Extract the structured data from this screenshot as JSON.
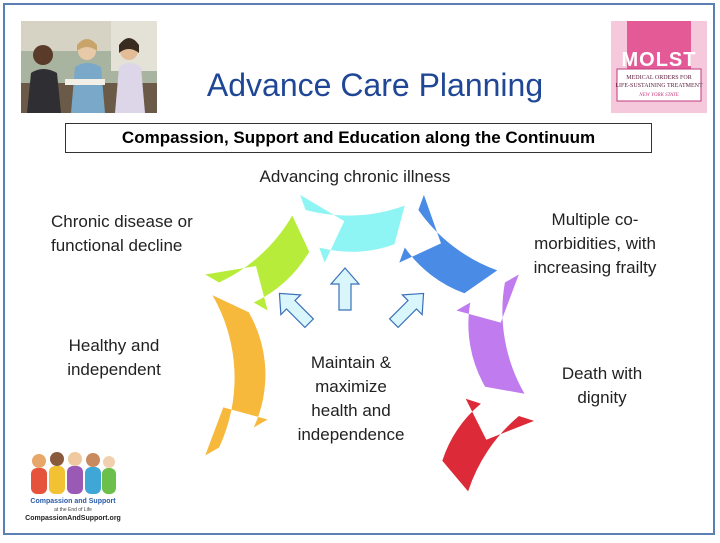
{
  "header": {
    "title": "Advance Care Planning",
    "subtitle": "Compassion, Support and Education along the Continuum"
  },
  "logo": {
    "name": "MOLST",
    "line1": "MEDICAL ORDERS FOR",
    "line2": "LIFE-SUSTAINING TREATMENT",
    "line3": "NEW YORK STATE"
  },
  "diagram": {
    "top_label": "Advancing chronic illness",
    "stage_chronic": [
      "Chronic disease or",
      "functional decline"
    ],
    "stage_multiple": [
      "Multiple co-",
      "morbidities, with",
      "increasing frailty"
    ],
    "stage_healthy": [
      "Healthy and",
      "independent"
    ],
    "center_label": [
      "Maintain &",
      "maximize",
      "health and",
      "independence"
    ],
    "stage_death": [
      "Death with",
      "dignity"
    ],
    "colors": {
      "orange": "#f6b93c",
      "green": "#b7ec3a",
      "cyan": "#8ff4f4",
      "blue": "#4a8be6",
      "violet": "#c07bee",
      "red": "#dd2a38",
      "inner_arrow_fill": "#d8f6fb",
      "inner_arrow_stroke": "#3b70b8"
    }
  },
  "footer_logo": {
    "name": "Compassion and Support",
    "tagline": "at the End of Life",
    "url": "CompassionAndSupport.org"
  }
}
